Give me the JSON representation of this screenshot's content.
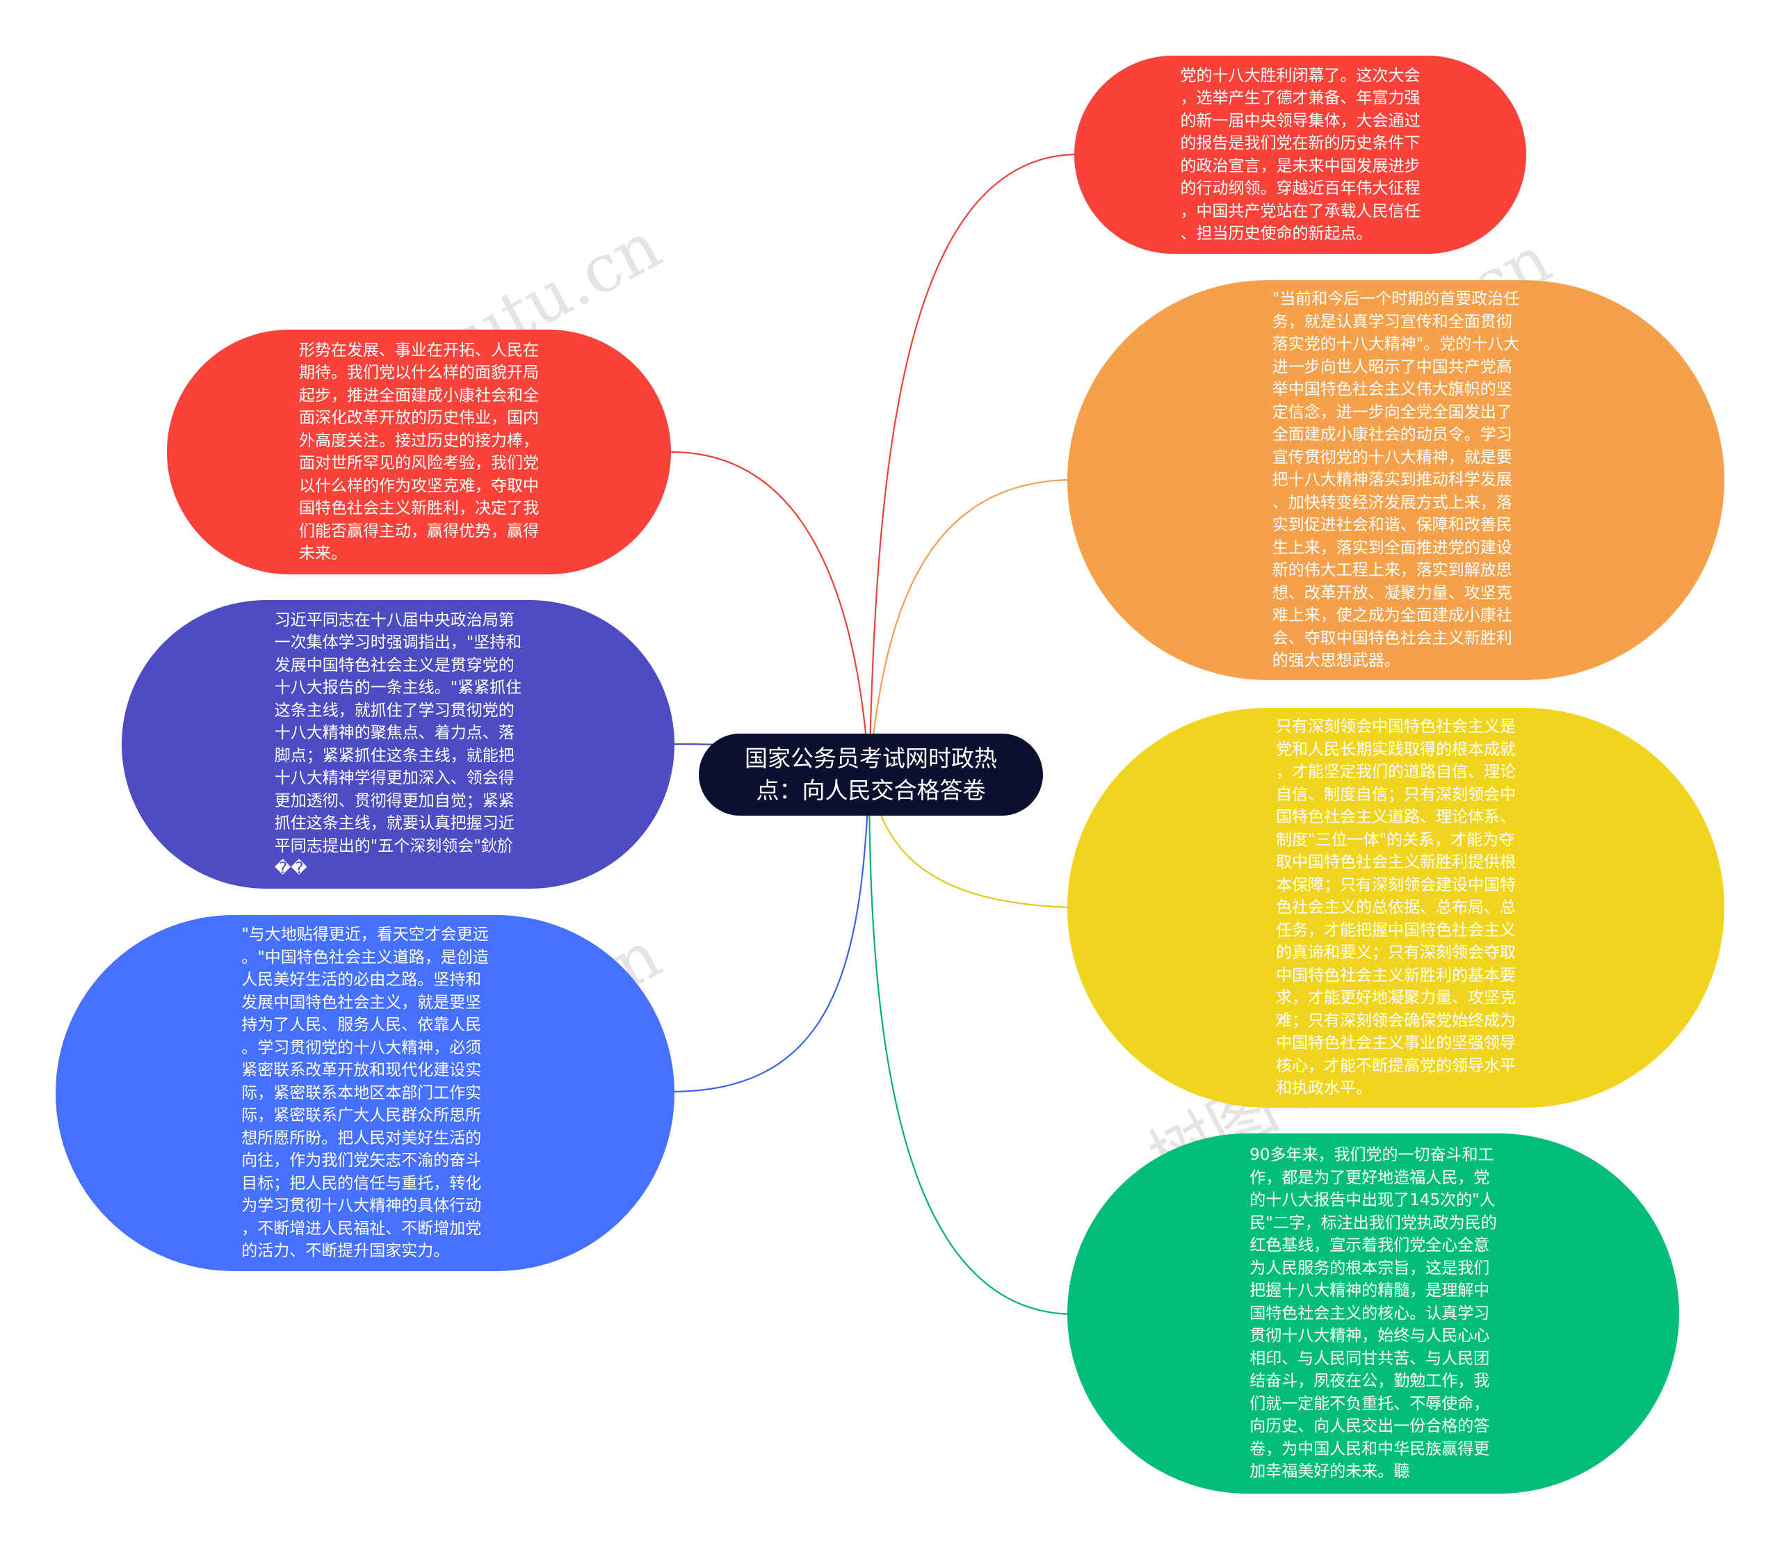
{
  "center": {
    "title": "国家公务员考试网时政热\n点：向人民交合格答卷"
  },
  "watermark": "树图 shutu.cn",
  "colors": {
    "center": "#0d0f2e",
    "r1": "#f8423a",
    "r2": "#f5a04a",
    "r3": "#f1d41f",
    "r4": "#03bd78",
    "l1": "#f8423a",
    "l2": "#4d4cc3",
    "l3": "#4670ff"
  },
  "nodes": {
    "r1": "党的十八大胜利闭幕了。这次大会\n，选举产生了德才兼备、年富力强\n的新一届中央领导集体，大会通过\n的报告是我们党在新的历史条件下\n的政治宣言，是未来中国发展进步\n的行动纲领。穿越近百年伟大征程\n，中国共产党站在了承载人民信任\n、担当历史使命的新起点。",
    "r2": "\"当前和今后一个时期的首要政治任\n务，就是认真学习宣传和全面贯彻\n落实党的十八大精神\"。党的十八大\n进一步向世人昭示了中国共产党高\n举中国特色社会主义伟大旗帜的坚\n定信念，进一步向全党全国发出了\n全面建成小康社会的动员令。学习\n宣传贯彻党的十八大精神，就是要\n把十八大精神落实到推动科学发展\n、加快转变经济发展方式上来，落\n实到促进社会和谐、保障和改善民\n生上来，落实到全面推进党的建设\n新的伟大工程上来，落实到解放思\n想、改革开放、凝聚力量、攻坚克\n难上来，使之成为全面建成小康社\n会、夺取中国特色社会主义新胜利\n的强大思想武器。",
    "r3": "只有深刻领会中国特色社会主义是\n党和人民长期实践取得的根本成就\n，才能坚定我们的道路自信、理论\n自信、制度自信；只有深刻领会中\n国特色社会主义道路、理论体系、\n制度\"三位一体\"的关系，才能为夺\n取中国特色社会主义新胜利提供根\n本保障；只有深刻领会建设中国特\n色社会主义的总依据、总布局、总\n任务，才能把握中国特色社会主义\n的真谛和要义；只有深刻领会夺取\n中国特色社会主义新胜利的基本要\n求，才能更好地凝聚力量、攻坚克\n难；只有深刻领会确保党始终成为\n中国特色社会主义事业的坚强领导\n核心，才能不断提高党的领导水平\n和执政水平。",
    "r4": "90多年来，我们党的一切奋斗和工\n作，都是为了更好地造福人民，党\n的十八大报告中出现了145次的\"人\n民\"二字，标注出我们党执政为民的\n红色基线，宣示着我们党全心全意\n为人民服务的根本宗旨，这是我们\n把握十八大精神的精髓，是理解中\n国特色社会主义的核心。认真学习\n贯彻十八大精神，始终与人民心心\n相印、与人民同甘共苦、与人民团\n结奋斗，夙夜在公，勤勉工作，我\n们就一定能不负重托、不辱使命，\n向历史、向人民交出一份合格的答\n卷，为中国人民和中华民族赢得更\n加幸福美好的未来。聽",
    "l1": "形势在发展、事业在开拓、人民在\n期待。我们党以什么样的面貌开局\n起步，推进全面建成小康社会和全\n面深化改革开放的历史伟业，国内\n外高度关注。接过历史的接力棒，\n面对世所罕见的风险考验，我们党\n以什么样的作为攻坚克难，夺取中\n国特色社会主义新胜利，决定了我\n们能否赢得主动，赢得优势，赢得\n未来。",
    "l2": "习近平同志在十八届中央政治局第\n一次集体学习时强调指出，\"坚持和\n发展中国特色社会主义是贯穿党的\n十八大报告的一条主线。\"紧紧抓住\n这条主线，就抓住了学习贯彻党的\n十八大精神的聚焦点、着力点、落\n脚点；紧紧抓住这条主线，就能把\n十八大精神学得更加深入、领会得\n更加透彻、贯彻得更加自觉；紧紧\n抓住这条主线，就要认真把握习近\n平同志提出的\"五个深刻领会\"鈥斺\n��",
    "l3": "\"与大地贴得更近，看天空才会更远\n。\"中国特色社会主义道路，是创造\n人民美好生活的必由之路。坚持和\n发展中国特色社会主义，就是要坚\n持为了人民、服务人民、依靠人民\n。学习贯彻党的十八大精神，必须\n紧密联系改革开放和现代化建设实\n际，紧密联系本地区本部门工作实\n际，紧密联系广大人民群众所思所\n想所愿所盼。把人民对美好生活的\n向往，作为我们党矢志不渝的奋斗\n目标；把人民的信任与重托，转化\n为学习贯彻十八大精神的具体行动\n，不断增进人民福祉、不断增加党\n的活力、不断提升国家实力。"
  }
}
